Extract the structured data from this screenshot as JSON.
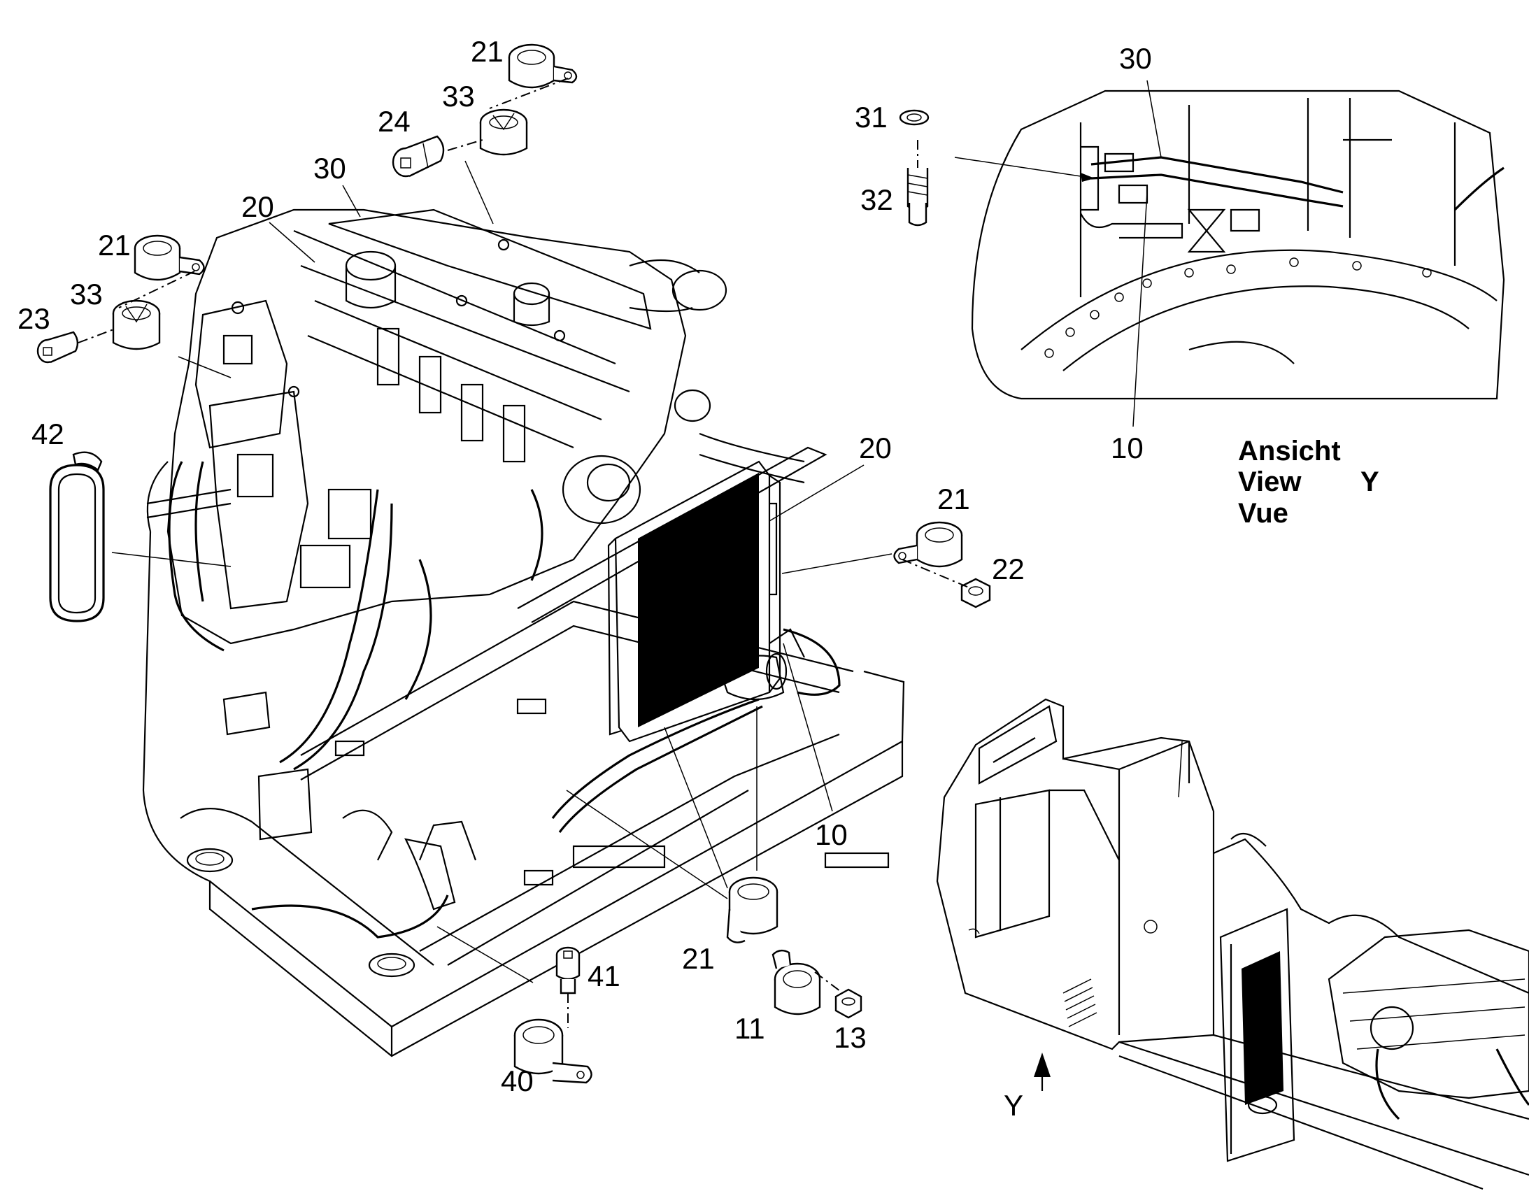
{
  "callouts": {
    "c21_top": "21",
    "c33_top": "33",
    "c24": "24",
    "c30_engine": "30",
    "c20_engine": "20",
    "c21_left": "21",
    "c33_left": "33",
    "c23": "23",
    "c42": "42",
    "c20_radiator": "20",
    "c21_right": "21",
    "c22": "22",
    "c10_main": "10",
    "c21_bottom": "21",
    "c41": "41",
    "c11": "11",
    "c13": "13",
    "c40": "40",
    "c31_detail": "31",
    "c32_detail": "32",
    "c30_detail": "30",
    "c10_detail": "10",
    "cY_machine": "Y"
  },
  "view_label": {
    "line1": "Ansicht",
    "line2": "View",
    "line3": "Vue",
    "letter": "Y"
  },
  "colors": {
    "ink": "#000000",
    "paper": "#ffffff"
  }
}
